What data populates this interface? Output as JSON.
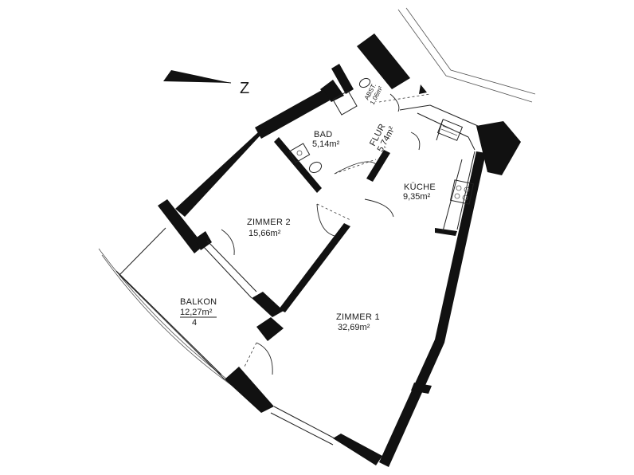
{
  "north_label": "Z",
  "rooms": {
    "bad": {
      "name": "BAD",
      "area": "5,14m²"
    },
    "abst": {
      "name": "ABST.",
      "area": "1,06m²"
    },
    "flur": {
      "name": "FLUR",
      "area": "5,74m²"
    },
    "kueche": {
      "name": "KÜCHE",
      "area": "9,35m²"
    },
    "zimmer2": {
      "name": "ZIMMER 2",
      "area": "15,66m²"
    },
    "zimmer1": {
      "name": "ZIMMER 1",
      "area": "32,69m²"
    },
    "balkon": {
      "name": "BALKON",
      "area": "12,27m²",
      "extra": "4"
    }
  }
}
